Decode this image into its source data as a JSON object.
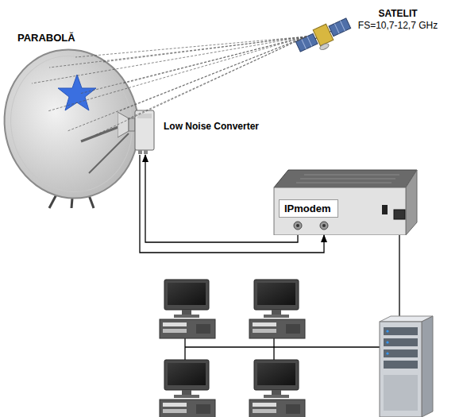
{
  "diagram": {
    "nodes": [
      {
        "text": [
          "PARABOLĂ"
        ]
      },
      {
        "text": [
          "SATELIT",
          "FS=10,7-12,7 GHz"
        ]
      },
      {
        "text": [
          "Low Noise Converter"
        ]
      },
      {
        "text": [
          "IPmodem"
        ]
      }
    ],
    "edges": [
      {
        "from": 3,
        "to": 2,
        "arrow": "to"
      },
      {
        "from": 2,
        "to": 3,
        "arrow": "to"
      }
    ]
  }
}
